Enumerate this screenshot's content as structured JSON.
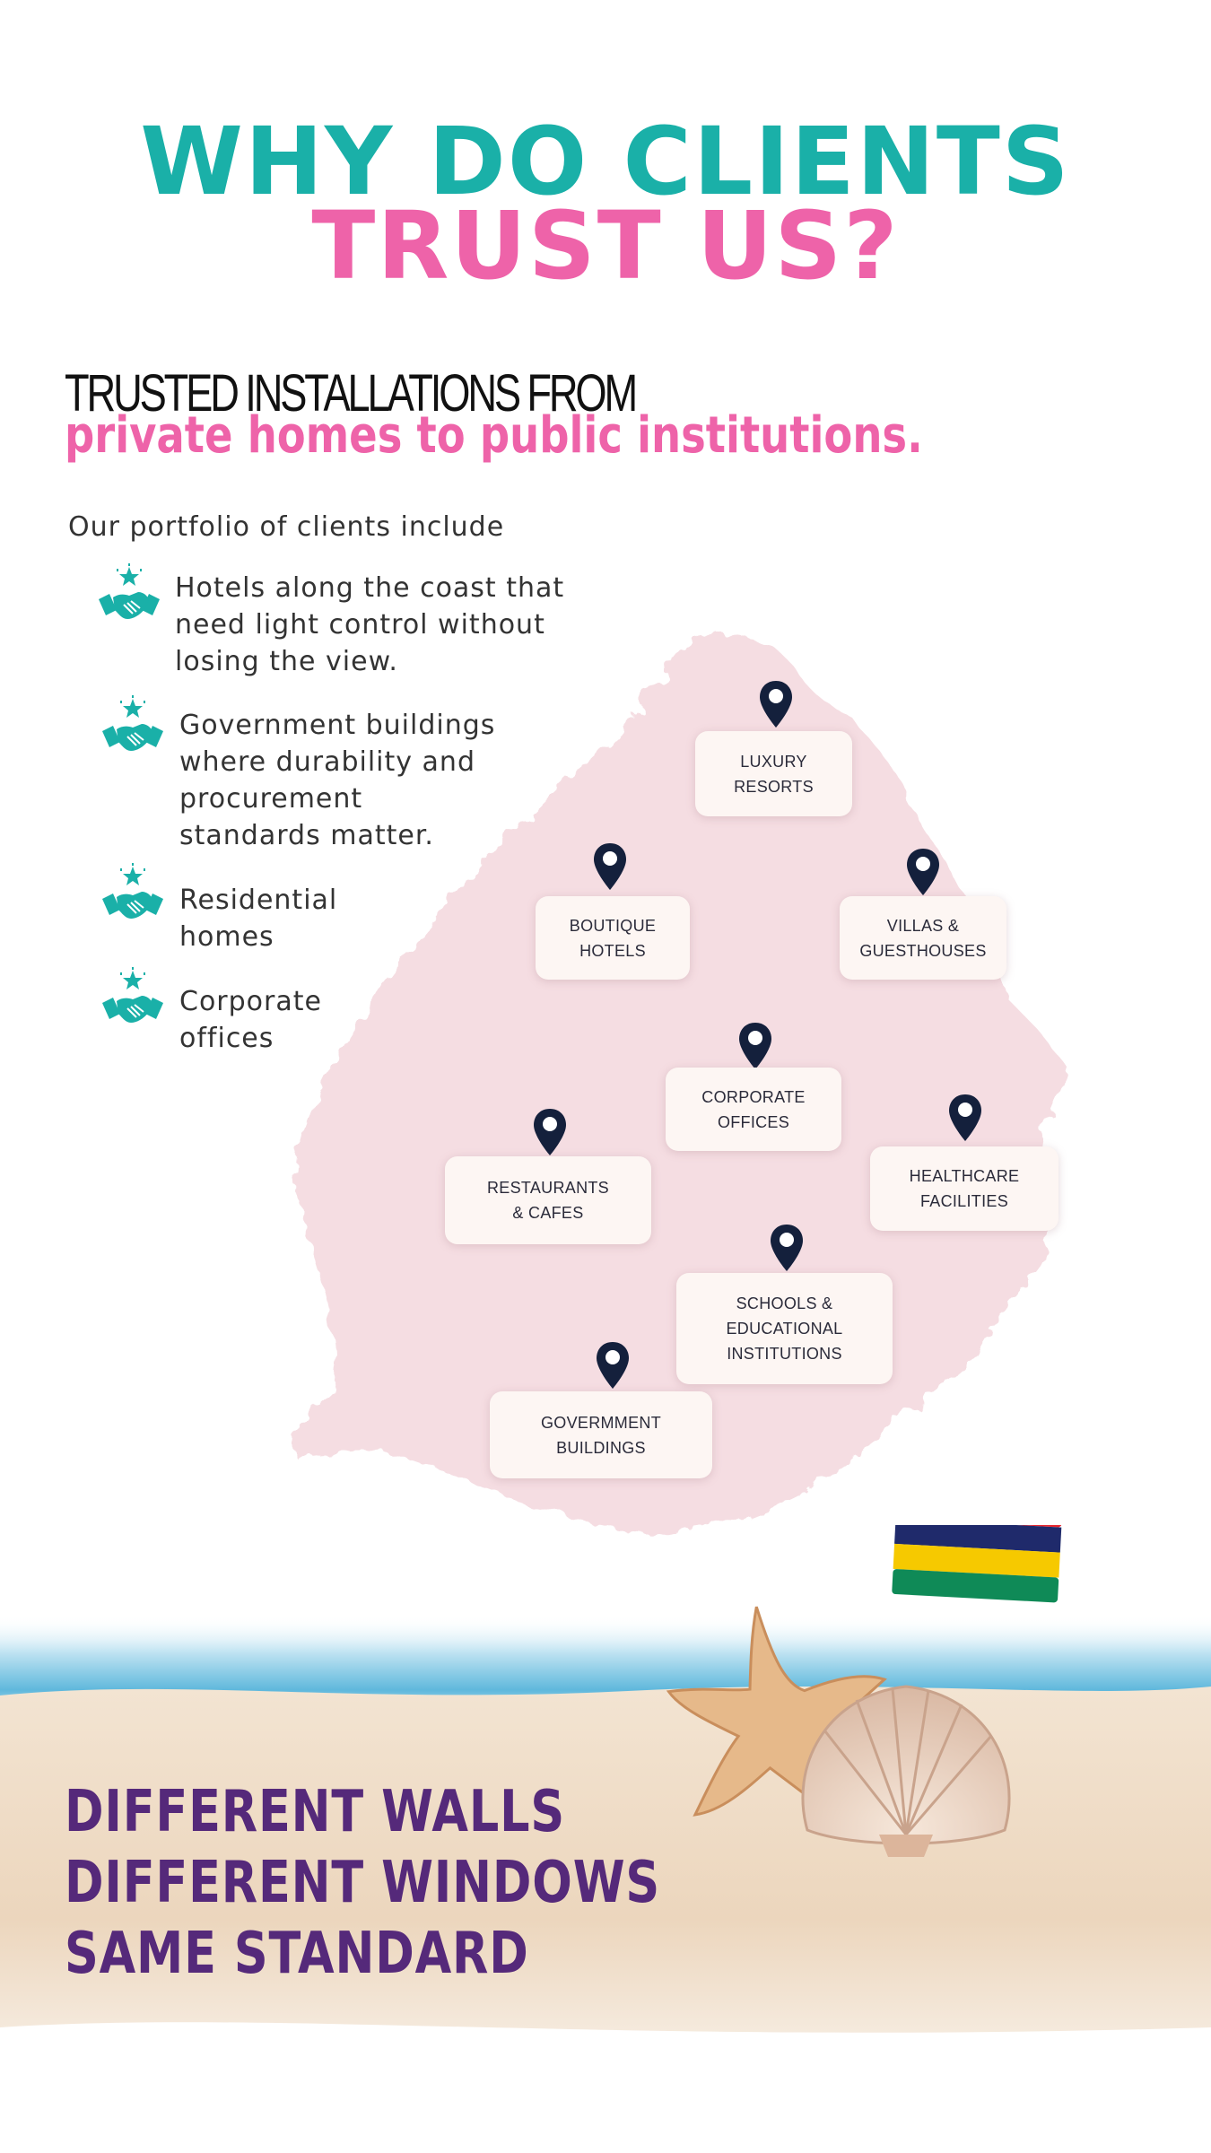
{
  "heading": {
    "line1": "WHY DO CLIENTS",
    "line2": "TRUST US?"
  },
  "subheading": {
    "line1": "TRUSTED INSTALLATIONS FROM",
    "line2": "private homes to public institutions."
  },
  "intro": "Our portfolio of clients include",
  "bullets": [
    {
      "icon": "handshake-star-icon",
      "lines": [
        "Hotels along the coast that",
        "need light control without",
        "losing the view."
      ]
    },
    {
      "icon": "handshake-star-icon",
      "lines": [
        "Government buildings",
        "where durability and",
        "procurement",
        "standards matter."
      ]
    },
    {
      "icon": "handshake-star-icon",
      "lines": [
        "Residential",
        "homes"
      ]
    },
    {
      "icon": "handshake-star-icon",
      "lines": [
        "Corporate",
        "offices"
      ]
    }
  ],
  "map_locations": [
    "LUXURY\nRESORTS",
    "BOUTIQUE\nHOTELS",
    "VILLAS &\nGUESTHOUSES",
    "CORPORATE\nOFFICES",
    "HEALTHCARE\nFACILITIES",
    "RESTAURANTS\n& CAFES",
    "SCHOOLS &\nEDUCATIONAL\nINSTITUTIONS",
    "GOVERMMENT\nBUILDINGS"
  ],
  "tagline": [
    "DIFFERENT WALLS",
    "DIFFERENT WINDOWS",
    "SAME STANDARD"
  ],
  "colors": {
    "teal": "#1ab0a8",
    "pink": "#ee63a9",
    "purple": "#55297a",
    "navy": "#1a2340",
    "map": "#f5dde2"
  },
  "icons": {
    "pin": "map-pin-icon",
    "flag": "mauritius-flag-icon",
    "starfish": "starfish-icon",
    "shell": "seashell-icon"
  }
}
